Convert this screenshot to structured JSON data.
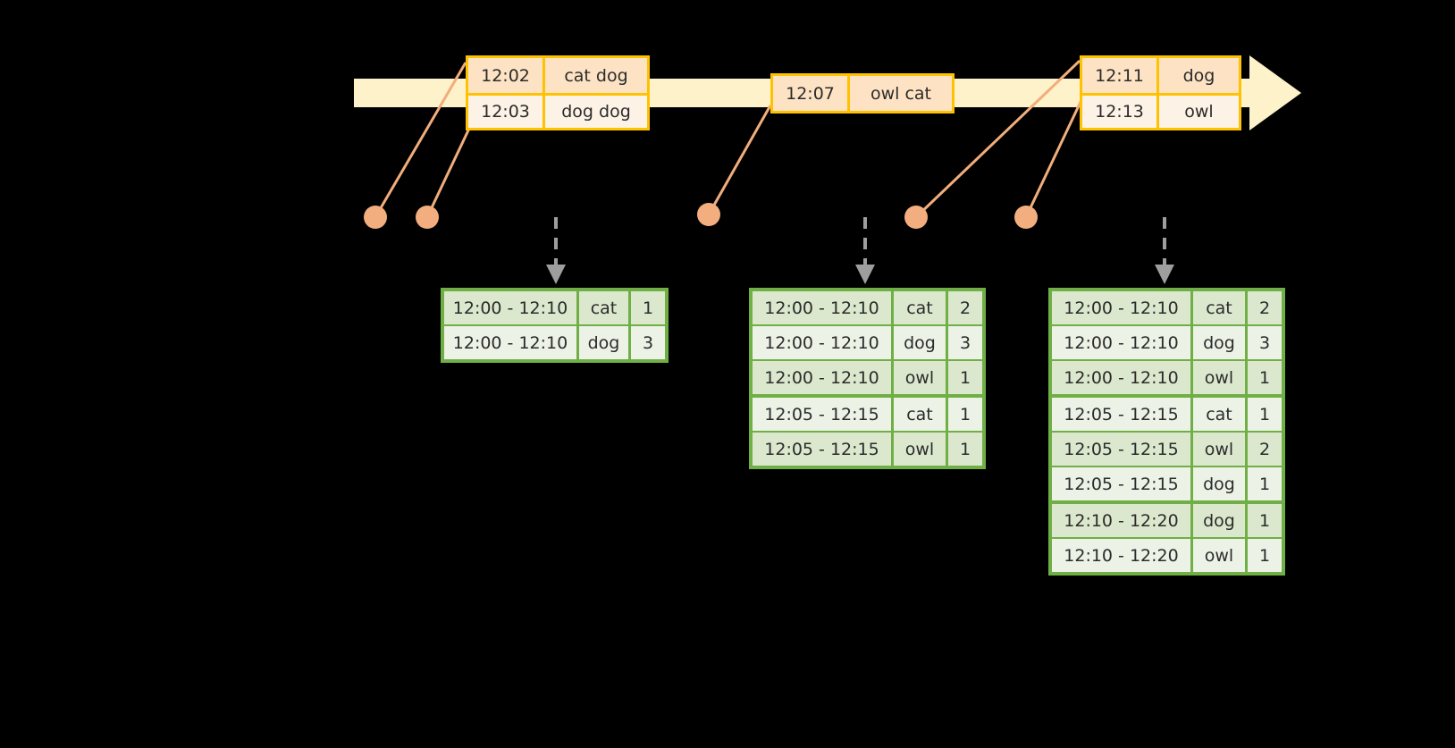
{
  "timeline": {
    "name": "event-stream-timeline",
    "color": "#FDF2C9",
    "arrow_color": "#FDF2C9"
  },
  "events": [
    {
      "id": "event-group-1",
      "rows": [
        {
          "time": "12:02",
          "value": "cat dog"
        },
        {
          "time": "12:03",
          "value": "dog dog"
        }
      ]
    },
    {
      "id": "event-group-2",
      "rows": [
        {
          "time": "12:07",
          "value": "owl cat"
        }
      ]
    },
    {
      "id": "event-group-3",
      "rows": [
        {
          "time": "12:11",
          "value": "dog"
        },
        {
          "time": "12:13",
          "value": "owl"
        }
      ]
    }
  ],
  "tables": [
    {
      "id": "result-table-1",
      "rows": [
        {
          "window": "12:00 - 12:10",
          "key": "cat",
          "count": "1",
          "group": 0
        },
        {
          "window": "12:00 - 12:10",
          "key": "dog",
          "count": "3",
          "group": 0
        }
      ]
    },
    {
      "id": "result-table-2",
      "rows": [
        {
          "window": "12:00 - 12:10",
          "key": "cat",
          "count": "2",
          "group": 0
        },
        {
          "window": "12:00 - 12:10",
          "key": "dog",
          "count": "3",
          "group": 0
        },
        {
          "window": "12:00 - 12:10",
          "key": "owl",
          "count": "1",
          "group": 0
        },
        {
          "window": "12:05 - 12:15",
          "key": "cat",
          "count": "1",
          "group": 1
        },
        {
          "window": "12:05 - 12:15",
          "key": "owl",
          "count": "1",
          "group": 1
        }
      ]
    },
    {
      "id": "result-table-3",
      "rows": [
        {
          "window": "12:00 - 12:10",
          "key": "cat",
          "count": "2",
          "group": 0
        },
        {
          "window": "12:00 - 12:10",
          "key": "dog",
          "count": "3",
          "group": 0
        },
        {
          "window": "12:00 - 12:10",
          "key": "owl",
          "count": "1",
          "group": 0
        },
        {
          "window": "12:05 - 12:15",
          "key": "cat",
          "count": "1",
          "group": 1
        },
        {
          "window": "12:05 - 12:15",
          "key": "owl",
          "count": "2",
          "group": 1
        },
        {
          "window": "12:05 - 12:15",
          "key": "dog",
          "count": "1",
          "group": 1
        },
        {
          "window": "12:10 - 12:20",
          "key": "dog",
          "count": "1",
          "group": 2
        },
        {
          "window": "12:10 - 12:20",
          "key": "owl",
          "count": "1",
          "group": 2
        }
      ]
    }
  ],
  "colors": {
    "background": "#000000",
    "timeline_fill": "#FDF2C9",
    "event_border": "#FFC200",
    "event_fill_a": "#FDE3C4",
    "event_fill_b": "#FDF2E6",
    "table_border": "#6FAF46",
    "table_fill_a": "#DCE8CE",
    "table_fill_b": "#EDF2E7",
    "connector": "#F2AD7C",
    "dot": "#F3AE7F",
    "arrow_gray": "#9E9E9E"
  }
}
